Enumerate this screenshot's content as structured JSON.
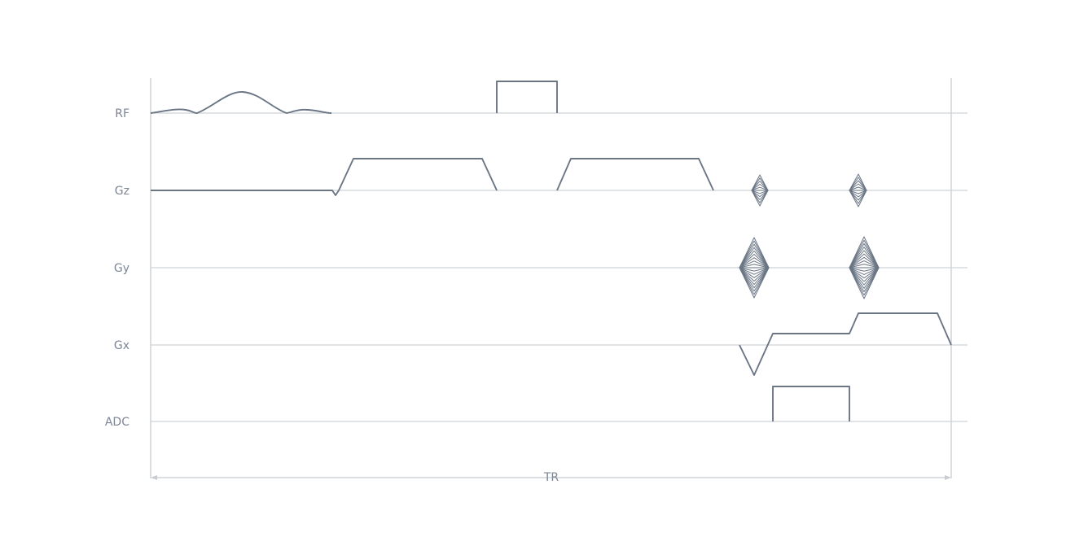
{
  "channels": {
    "rf": {
      "label": "RF"
    },
    "gz": {
      "label": "Gz"
    },
    "gy": {
      "label": "Gy"
    },
    "gx": {
      "label": "Gx"
    },
    "adc": {
      "label": "ADC"
    }
  },
  "timing": {
    "tr_label": "TR"
  },
  "colors": {
    "waveform": "#6b7685",
    "baseline": "#cfd3d8",
    "label": "#7a8595"
  }
}
